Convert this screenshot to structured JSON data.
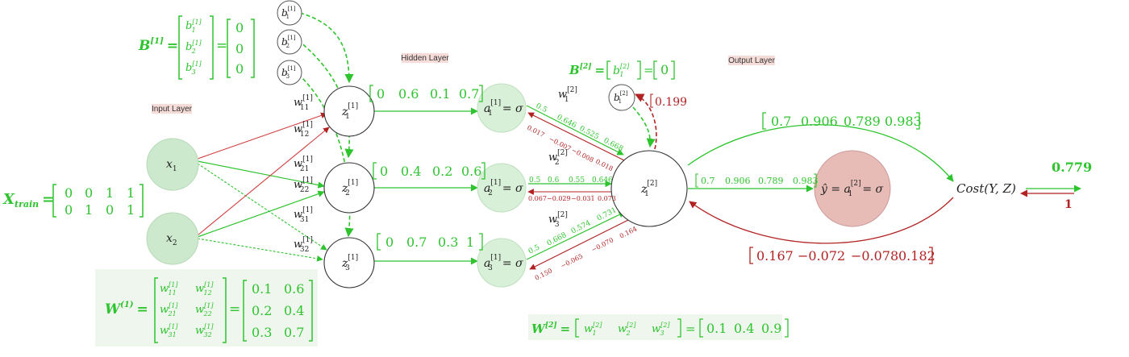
{
  "layers": {
    "input": "Input Layer",
    "hidden": "Hidden Layer",
    "output": "Output Layer"
  },
  "nodes": {
    "x1": "x",
    "x1_sub": "1",
    "x2": "x",
    "x2_sub": "2",
    "z1": "z",
    "z1_sub": "1",
    "z1_sup": "[1]",
    "z2": "z",
    "z2_sub": "2",
    "z2_sup": "[1]",
    "z3": "z",
    "z3_sub": "3",
    "z3_sup": "[1]",
    "a1": "a",
    "a1_sub": "1",
    "a1_sup": "[1]",
    "a1_eq": "= σ",
    "a2": "a",
    "a2_sub": "2",
    "a2_sup": "[1]",
    "a2_eq": "= σ",
    "a3": "a",
    "a3_sub": "3",
    "a3_sup": "[1]",
    "a3_eq": "= σ",
    "b1": "b",
    "b1_sub": "1",
    "b1_sup": "[1]",
    "b2": "b",
    "b2_sub": "2",
    "b2_sup": "[1]",
    "b3": "b",
    "b3_sub": "3",
    "b3_sup": "[1]",
    "b2out": "b",
    "b2out_sub": "1",
    "b2out_sup": "[2]",
    "z_out": "z",
    "z_out_sub": "1",
    "z_out_sup": "[2]",
    "yhat": "ŷ = a",
    "yhat_sub": "1",
    "yhat_sup": "[2]",
    "yhat_eq": "= σ",
    "cost": "Cost(Y, Z)"
  },
  "weights_labels": {
    "w11": "w",
    "w11_sub": "11",
    "w11_sup": "[1]",
    "w12": "w",
    "w12_sub": "12",
    "w12_sup": "[1]",
    "w21": "w",
    "w21_sub": "21",
    "w21_sup": "[1]",
    "w22": "w",
    "w22_sub": "22",
    "w22_sup": "[1]",
    "w31": "w",
    "w31_sub": "31",
    "w31_sup": "[1]",
    "w32": "w",
    "w32_sub": "32",
    "w32_sup": "[1]",
    "w1o": "w",
    "w1o_sub": "1",
    "w1o_sup": "[2]",
    "w2o": "w",
    "w2o_sub": "2",
    "w2o_sup": "[2]",
    "w3o": "w",
    "w3o_sub": "3",
    "w3o_sup": "[2]"
  },
  "matrices": {
    "xtrain_label": "X",
    "xtrain_sub": "train",
    "xtrain_eq": "=",
    "xtrain_row1": [
      "0",
      "0",
      "1",
      "1"
    ],
    "xtrain_row2": [
      "0",
      "1",
      "0",
      "1"
    ],
    "B1_label": "B",
    "B1_sup": "[1]",
    "B1_eq": "=",
    "B1_vals": [
      "0",
      "0",
      "0"
    ],
    "B2_label": "B",
    "B2_sup": "[2]",
    "B2_eq": "=",
    "B2_val": "0",
    "W1_label": "W",
    "W1_sup": "(1)",
    "W1_eq": "=",
    "W1_vals": [
      [
        "0.1",
        "0.6"
      ],
      [
        "0.2",
        "0.4"
      ],
      [
        "0.3",
        "0.7"
      ]
    ],
    "W2_label": "W",
    "W2_sup": "[2]",
    "W2_eq": "=",
    "W2_vals": [
      "0.1",
      "0.4",
      "0.9"
    ]
  },
  "vectors": {
    "z1_out": [
      "0",
      "0.6",
      "0.1",
      "0.7"
    ],
    "z2_out": [
      "0",
      "0.4",
      "0.2",
      "0.6"
    ],
    "z3_out": [
      "0",
      "0.7",
      "0.3",
      "1"
    ],
    "a1_fwd": [
      "0.5",
      "0.646",
      "0.525",
      "0.668"
    ],
    "a1_back": [
      "0.017",
      "−0.007",
      "−0.008",
      "0.018"
    ],
    "a2_fwd": [
      "0.5",
      "0.6",
      "0.55",
      "0.646"
    ],
    "a2_back": [
      "0.067",
      "−0.029",
      "−0.031",
      "0.073"
    ],
    "a3_fwd": [
      "0.5",
      "0.668",
      "0.574",
      "0.731"
    ],
    "a3_back": [
      "0.150",
      "−0.065",
      "−0.070",
      "0.164"
    ],
    "zout_fwd": [
      "0.7",
      "0.906",
      "0.789",
      "0.983"
    ],
    "top_arc": [
      "0.7",
      "0.906",
      "0.789",
      "0.983"
    ],
    "bottom_arc": [
      "0.167",
      "−0.072",
      "−0.078",
      "0.182"
    ],
    "b2_grad": "0.199",
    "cost_val": "0.779",
    "target_val": "1"
  },
  "colors": {
    "green": "#2ec42e",
    "red": "#b22222",
    "node_green": "#cde9cd",
    "node_red": "#e8bcb6"
  }
}
